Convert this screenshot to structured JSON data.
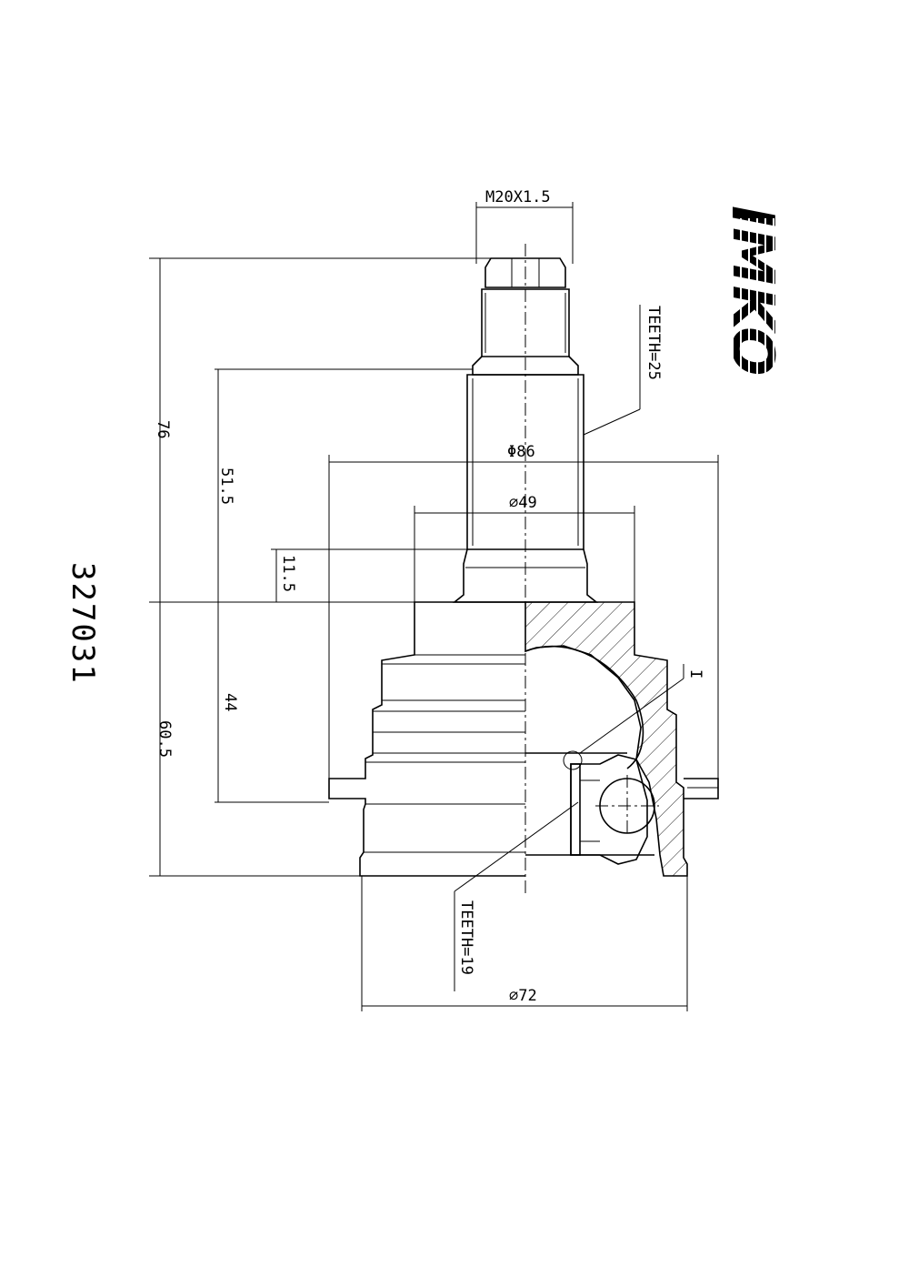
{
  "part_number": "327031",
  "brand_logo": "IMKO",
  "dimensions": {
    "thread": "M20X1.5",
    "teeth_outer": "TEETH=25",
    "teeth_inner": "TEETH=19",
    "dia_86": "Φ86",
    "dia_49": "⌀49",
    "dia_72": "⌀72",
    "len_76": "76",
    "len_51_5": "51.5",
    "len_11_5": "11.5",
    "len_44": "44",
    "len_60_5": "60.5",
    "detail_mark": "I"
  }
}
